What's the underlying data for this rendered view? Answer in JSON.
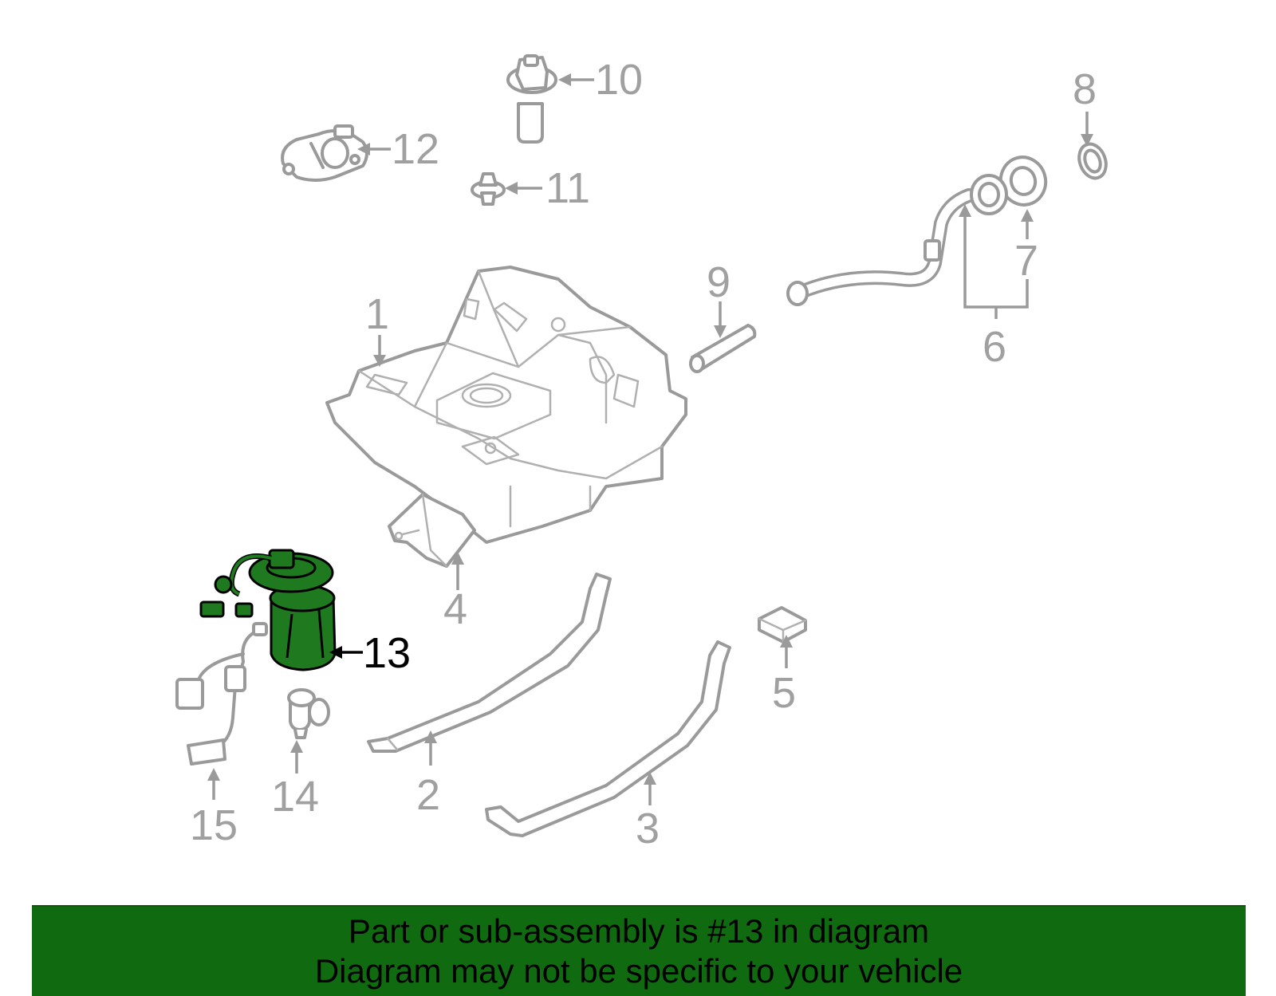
{
  "callouts": {
    "c1": "1",
    "c2": "2",
    "c3": "3",
    "c4": "4",
    "c5": "5",
    "c6": "6",
    "c7": "7",
    "c8": "8",
    "c9": "9",
    "c10": "10",
    "c11": "11",
    "c12": "12",
    "c13": "13",
    "c14": "14",
    "c15": "15"
  },
  "highlighted_part": "13",
  "colors": {
    "highlight": "#1f7a1f",
    "banner": "#106b10",
    "parts": "#9a9a9a"
  },
  "banner": {
    "line1": "Part or sub-assembly is #13 in diagram",
    "line2": "Diagram may not be specific to your vehicle"
  }
}
